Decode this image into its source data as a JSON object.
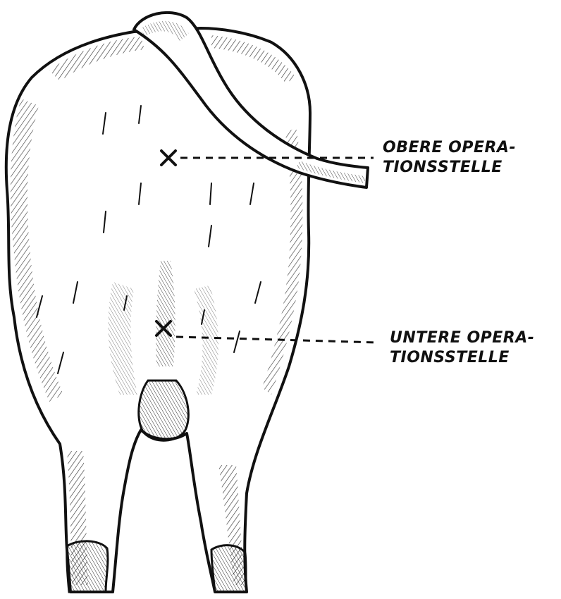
{
  "labels": {
    "upper_line1": "OBERE OPERA-",
    "upper_line2": "TIONSSTELLE",
    "lower_line1": "UNTERE OPERA-",
    "lower_line2": "TIONSSTELLE"
  },
  "colors": {
    "ink": "#111111",
    "paper": "#ffffff"
  }
}
